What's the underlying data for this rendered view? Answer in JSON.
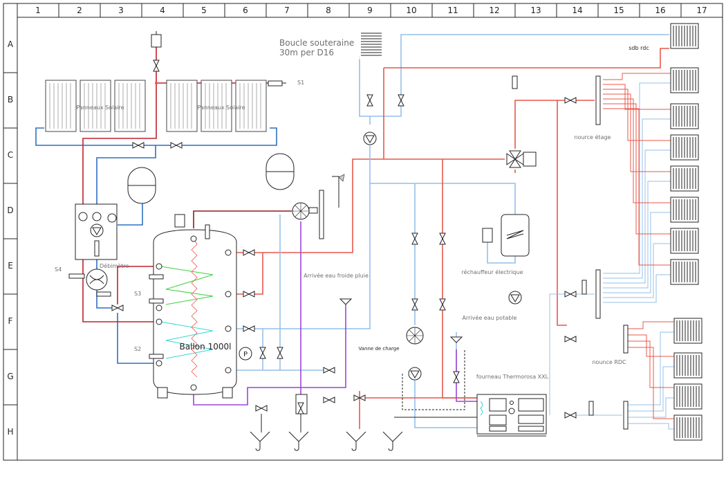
{
  "frame": {
    "columns": [
      "1",
      "2",
      "3",
      "4",
      "5",
      "6",
      "7",
      "8",
      "9",
      "10",
      "11",
      "12",
      "13",
      "14",
      "15",
      "16",
      "17"
    ],
    "rows": [
      "A",
      "B",
      "C",
      "D",
      "E",
      "F",
      "G",
      "H"
    ]
  },
  "labels": {
    "boucle_line1": "Boucle souteraine",
    "boucle_line2": "30m per D16",
    "sdb_rdc": "sdb rdc",
    "panneaux_1": "Panneaux Solaire",
    "panneaux_2": "Panneaux Solaire",
    "s1": "S1",
    "s2": "S2",
    "s3": "S3",
    "s4": "S4",
    "debimetre": "Débimètre",
    "ballon": "Ballon 1000l",
    "pressure": "P",
    "nource_etage": "nource étage",
    "nounce_rdc": "nounce RDC",
    "arrivee_pluie": "Arrivée eau froide pluie",
    "arrivee_potable": "Arrivée eau potable",
    "rechauffeur": "réchauffeur électrique",
    "vanne_charge": "Vanne de charge",
    "fourneau": "fourneau Thermorosa XXL"
  },
  "colors": {
    "hot": "#e8574a",
    "hot_dark": "#c0212b",
    "maroon": "#8e1b1b",
    "cold": "#94bfe9",
    "solar": "#2f6fbf",
    "purple": "#9a46d6",
    "coil_green": "#3ad13a",
    "coil_cyan": "#35d6d6"
  }
}
